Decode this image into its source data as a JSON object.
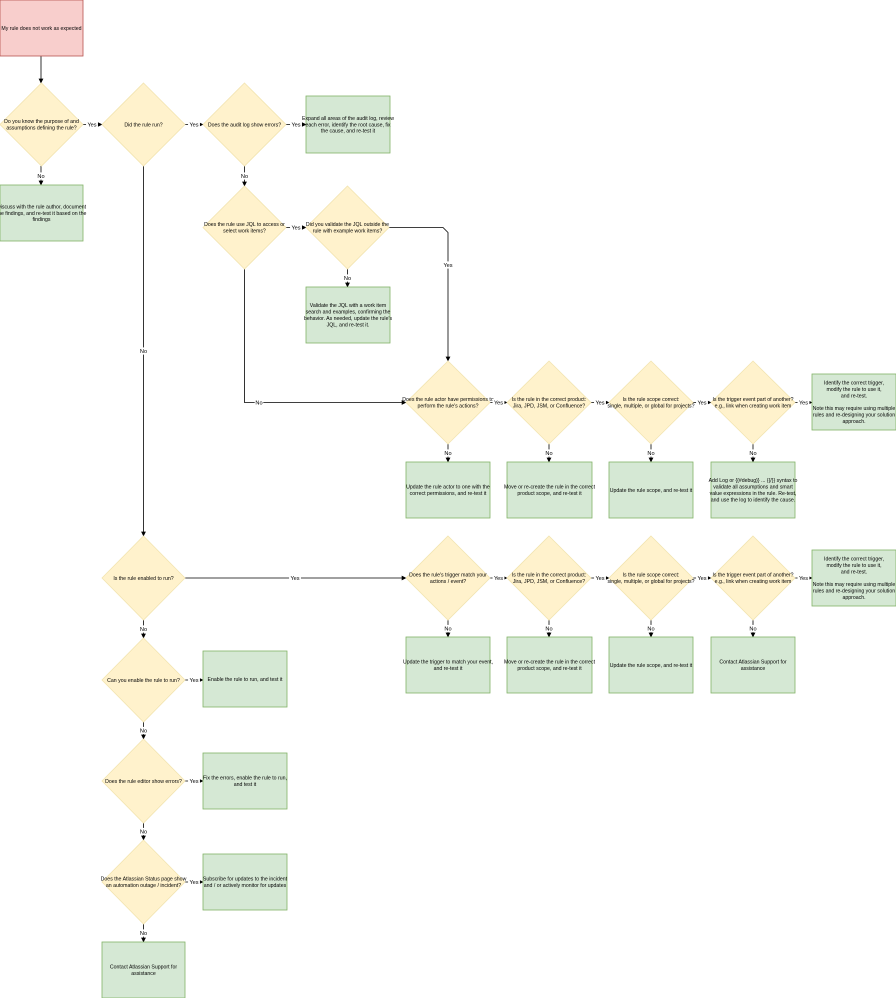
{
  "colors": {
    "start_fill": "#f8cecc",
    "start_stroke": "#b85450",
    "decision_fill": "#fff2cc",
    "decision_stroke": "#f2e4b0",
    "action_fill": "#d5e8d4",
    "action_stroke": "#82b366",
    "line": "#000000"
  },
  "nodes": [
    {
      "id": "start",
      "kind": "start",
      "lines": [
        "My rule does not work as expected"
      ]
    },
    {
      "id": "d_purpose",
      "kind": "decision",
      "lines": [
        "Do you know the purpose of and",
        "assumptions defining the rule?"
      ]
    },
    {
      "id": "a_discuss",
      "kind": "action",
      "lines": [
        "Discuss with the rule author, document",
        "the findings, and re-test it based on the",
        "findings"
      ]
    },
    {
      "id": "d_run",
      "kind": "decision",
      "lines": [
        "Did the rule run?"
      ]
    },
    {
      "id": "d_audit",
      "kind": "decision",
      "lines": [
        "Does the audit log show errors?"
      ]
    },
    {
      "id": "a_expand",
      "kind": "action",
      "lines": [
        "Expand all areas of the audit log, review",
        "each error, identify the root cause, fix",
        "the cause, and re-test it"
      ]
    },
    {
      "id": "d_jql",
      "kind": "decision",
      "lines": [
        "Does the rule use JQL to access or",
        "select work items?"
      ]
    },
    {
      "id": "d_validate",
      "kind": "decision",
      "lines": [
        "Did you validate the JQL outside the",
        "rule with example work items?"
      ]
    },
    {
      "id": "a_validate",
      "kind": "action",
      "lines": [
        "Validate the JQL with a work item",
        "search and examples, confirming the",
        "behavior. As needed, update the rule's",
        "JQL, and re-test it."
      ]
    },
    {
      "id": "d_perm",
      "kind": "decision",
      "lines": [
        "Does the rule actor have permissions to",
        "perform the rule's actions?"
      ]
    },
    {
      "id": "a_perm",
      "kind": "action",
      "lines": [
        "Update the rule actor to one with the",
        "correct permissions, and re-test it"
      ]
    },
    {
      "id": "d_product1",
      "kind": "decision",
      "lines": [
        "Is the rule in the correct product:",
        "Jira, JPD, JSM, or Confluence?"
      ]
    },
    {
      "id": "a_product1",
      "kind": "action",
      "lines": [
        "Move or re-create the rule in the correct",
        "product scope, and re-test it"
      ]
    },
    {
      "id": "d_scope1",
      "kind": "decision",
      "lines": [
        "Is the rule scope correct:",
        "single, multiple, or global for projects?"
      ]
    },
    {
      "id": "a_scope1",
      "kind": "action",
      "lines": [
        "Update the rule scope, and re-test it"
      ]
    },
    {
      "id": "d_trigger1",
      "kind": "decision",
      "lines": [
        "Is the trigger event part of another?",
        "e.g., link when creating work item"
      ]
    },
    {
      "id": "a_log",
      "kind": "action",
      "lines": [
        "Add Log or {{#debug}} ... {{/}} syntax to",
        "validate all assumptions and smart",
        "value expressions in the rule. Re-test,",
        "and use the log to identify the cause."
      ]
    },
    {
      "id": "a_identify1",
      "kind": "action",
      "lines": [
        "Identify the correct trigger,",
        "modify the rule to use it,",
        "and re-test.",
        "",
        "Note this may require using multiple",
        "rules and re-designing your solution",
        "approach."
      ]
    },
    {
      "id": "d_enabled",
      "kind": "decision",
      "lines": [
        "Is the rule enabled to run?"
      ]
    },
    {
      "id": "d_match",
      "kind": "decision",
      "lines": [
        "Does the rule's trigger match your",
        "actions / event?"
      ]
    },
    {
      "id": "a_match",
      "kind": "action",
      "lines": [
        "Update the trigger to match your event,",
        "and re-test it"
      ]
    },
    {
      "id": "d_product2",
      "kind": "decision",
      "lines": [
        "Is the rule in the correct product:",
        "Jira, JPD, JSM, or Confluence?"
      ]
    },
    {
      "id": "a_product2",
      "kind": "action",
      "lines": [
        "Move or re-create the rule in the correct",
        "product scope, and re-test it"
      ]
    },
    {
      "id": "d_scope2",
      "kind": "decision",
      "lines": [
        "Is the rule scope correct:",
        "single, multiple, or global for projects?"
      ]
    },
    {
      "id": "a_scope2",
      "kind": "action",
      "lines": [
        "Update the rule scope, and re-test it"
      ]
    },
    {
      "id": "d_trigger2",
      "kind": "decision",
      "lines": [
        "Is the trigger event part of another?",
        "e.g., link when creating work item"
      ]
    },
    {
      "id": "a_contact1",
      "kind": "action",
      "lines": [
        "Contact Atlassian Support for",
        "assistance"
      ]
    },
    {
      "id": "a_identify2",
      "kind": "action",
      "lines": [
        "Identify the correct trigger,",
        "modify the rule to use it,",
        "and re-test.",
        "",
        "Note this may require using multiple",
        "rules and re-designing your solution",
        "approach."
      ]
    },
    {
      "id": "d_canenable",
      "kind": "decision",
      "lines": [
        "Can you enable the rule to run?"
      ]
    },
    {
      "id": "a_enable",
      "kind": "action",
      "lines": [
        "Enable the rule to run, and test it"
      ]
    },
    {
      "id": "d_editor",
      "kind": "decision",
      "lines": [
        "Does the rule editor show errors?"
      ]
    },
    {
      "id": "a_fix",
      "kind": "action",
      "lines": [
        "Fix the errors, enable the rule to run,",
        "and test it"
      ]
    },
    {
      "id": "d_status",
      "kind": "decision",
      "lines": [
        "Does the Atlassian Status page show",
        "an automation outage / incident?"
      ]
    },
    {
      "id": "a_subscribe",
      "kind": "action",
      "lines": [
        "Subscribe for updates to the incident",
        "and / or actively monitor for updates"
      ]
    },
    {
      "id": "a_contact2",
      "kind": "action",
      "lines": [
        "Contact Atlassian Support for",
        "assistance"
      ]
    }
  ],
  "edges": [
    {
      "id": "e1",
      "label": ""
    },
    {
      "id": "e2",
      "label": "Yes"
    },
    {
      "id": "e3",
      "label": "No"
    },
    {
      "id": "e4",
      "label": "Yes"
    },
    {
      "id": "e5",
      "label": "No"
    },
    {
      "id": "e6",
      "label": "Yes"
    },
    {
      "id": "e7",
      "label": "No"
    },
    {
      "id": "e8",
      "label": "Yes"
    },
    {
      "id": "e9",
      "label": "No"
    },
    {
      "id": "e10",
      "label": "No"
    },
    {
      "id": "e11",
      "label": "Yes"
    },
    {
      "id": "e12",
      "label": "No"
    },
    {
      "id": "e13",
      "label": "Yes"
    },
    {
      "id": "e14",
      "label": "No"
    },
    {
      "id": "e15",
      "label": "Yes"
    },
    {
      "id": "e16",
      "label": "No"
    },
    {
      "id": "e17",
      "label": "Yes"
    },
    {
      "id": "e18",
      "label": "No"
    },
    {
      "id": "e19",
      "label": "Yes"
    },
    {
      "id": "e20",
      "label": "Yes"
    },
    {
      "id": "e21",
      "label": "No"
    },
    {
      "id": "e22",
      "label": "Yes"
    },
    {
      "id": "e23",
      "label": "No"
    },
    {
      "id": "e24",
      "label": "Yes"
    },
    {
      "id": "e25",
      "label": "No"
    },
    {
      "id": "e26",
      "label": "Yes"
    },
    {
      "id": "e27",
      "label": "No"
    },
    {
      "id": "e28",
      "label": "Yes"
    },
    {
      "id": "e29",
      "label": "No"
    },
    {
      "id": "e30",
      "label": "Yes"
    },
    {
      "id": "e31",
      "label": "No"
    },
    {
      "id": "e32",
      "label": "Yes"
    },
    {
      "id": "e33",
      "label": "No"
    },
    {
      "id": "e34",
      "label": "Yes"
    },
    {
      "id": "e35",
      "label": "No"
    }
  ]
}
